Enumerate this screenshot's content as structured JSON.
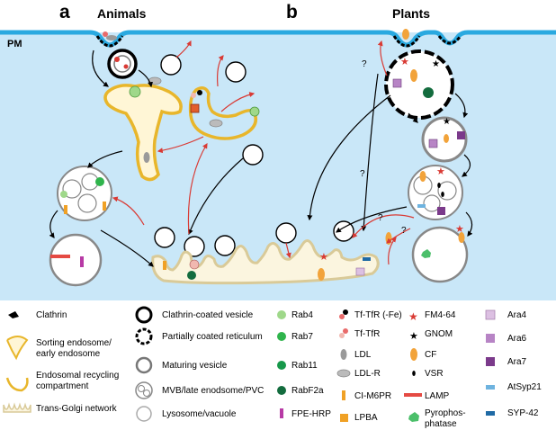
{
  "panels": {
    "a": {
      "letter": "a",
      "title": "Animals"
    },
    "b": {
      "letter": "b",
      "title": "Plants"
    }
  },
  "pm_label": "PM",
  "question_mark": "?",
  "colors": {
    "cytoplasm": "#c9e7f8",
    "membrane": "#2aa9e0",
    "endosome_fill": "#fff6d6",
    "endosome_edge": "#e8b62b",
    "golgi_fill": "#fbf5df",
    "golgi_edge": "#d9ca98",
    "arrow_black": "#000000",
    "arrow_red": "#d93a34",
    "rab4": "#9fd88a",
    "rab7": "#2fb44c",
    "rab11": "#16984a",
    "rabf2a": "#136c3e",
    "cf": "#f2a33a",
    "ara4": "#dcc0e2",
    "ara6": "#b784c5",
    "ara7": "#7b3a8b",
    "atsyp21": "#6eb3df",
    "syp42": "#1f6aa5",
    "lamp": "#e54a43",
    "fpe_hrp": "#b73aa5",
    "lpba": "#f0a125",
    "pyrophosphatase": "#4bbf6a",
    "ldl": "#9a9a9a"
  },
  "legend": {
    "col1": [
      {
        "icon": "clathrin-icon",
        "label": "Clathrin"
      },
      {
        "icon": "sorting-endosome-icon",
        "label": "Sorting endosome/\nearly endosome"
      },
      {
        "icon": "recycling-compartment-icon",
        "label": "Endosomal recycling\ncompartment"
      },
      {
        "icon": "trans-golgi-icon",
        "label": "Trans-Golgi network"
      }
    ],
    "col2": [
      {
        "icon": "clathrin-coated-vesicle-icon",
        "label": "Clathrin-coated vesicle"
      },
      {
        "icon": "partially-coated-reticulum-icon",
        "label": "Partially coated reticulum"
      },
      {
        "icon": "maturing-vesicle-icon",
        "label": "Maturing vesicle"
      },
      {
        "icon": "mvb-icon",
        "label": "MVB/late enodsome/PVC"
      },
      {
        "icon": "lysosome-icon",
        "label": "Lysosome/vacuole"
      }
    ],
    "col3": [
      {
        "icon": "rab4-icon",
        "label": "Rab4"
      },
      {
        "icon": "rab7-icon",
        "label": "Rab7"
      },
      {
        "icon": "rab11-icon",
        "label": "Rab11"
      },
      {
        "icon": "rabf2a-icon",
        "label": "RabF2a"
      },
      {
        "icon": "fpe-hrp-icon",
        "label": "FPE-HRP"
      }
    ],
    "col4": [
      {
        "icon": "tf-tfr-fe-icon",
        "label": "Tf-TfR (-Fe)"
      },
      {
        "icon": "tf-tfr-icon",
        "label": "Tf-TfR"
      },
      {
        "icon": "ldl-icon",
        "label": "LDL"
      },
      {
        "icon": "ldl-r-icon",
        "label": "LDL-R"
      },
      {
        "icon": "ci-m6pr-icon",
        "label": "CI-M6PR"
      },
      {
        "icon": "lpba-icon",
        "label": "LPBA"
      }
    ],
    "col5": [
      {
        "icon": "fm4-64-icon",
        "label": "FM4-64"
      },
      {
        "icon": "gnom-icon",
        "label": "GNOM"
      },
      {
        "icon": "cf-icon",
        "label": "CF"
      },
      {
        "icon": "vsr-icon",
        "label": "VSR"
      },
      {
        "icon": "lamp-icon",
        "label": "LAMP"
      },
      {
        "icon": "pyrophosphatase-icon",
        "label": "Pyrophos-\nphatase"
      }
    ],
    "col6": [
      {
        "icon": "ara4-icon",
        "label": "Ara4"
      },
      {
        "icon": "ara6-icon",
        "label": "Ara6"
      },
      {
        "icon": "ara7-icon",
        "label": "Ara7"
      },
      {
        "icon": "atsyp21-icon",
        "label": "AtSyp21"
      },
      {
        "icon": "syp42-icon",
        "label": "SYP-42"
      }
    ]
  }
}
